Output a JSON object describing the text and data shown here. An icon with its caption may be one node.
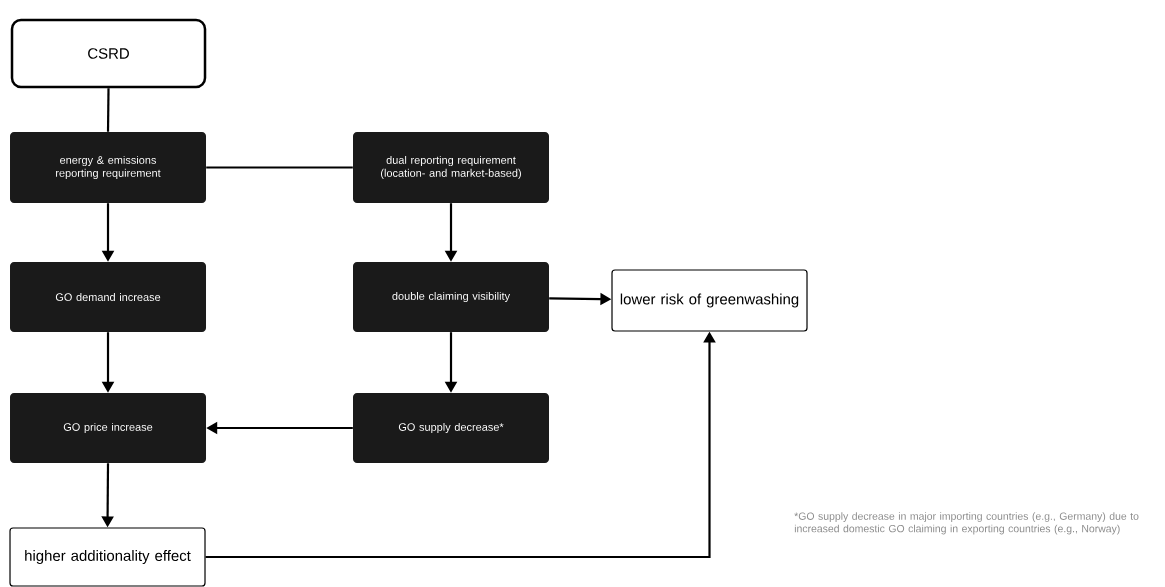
{
  "diagram": {
    "nodes": [
      {
        "text": [
          "CSRD"
        ]
      },
      {
        "text": [
          "energy & emissions reporting requirement"
        ]
      },
      {
        "text": [
          "dual reporting requirement (location- and market-based)"
        ]
      },
      {
        "text": [
          "GO demand increase"
        ]
      },
      {
        "text": [
          "double claiming visibility"
        ]
      },
      {
        "text": [
          "lower risk of greenwashing"
        ]
      },
      {
        "text": [
          "GO price increase"
        ]
      },
      {
        "text": [
          "GO supply decrease*"
        ]
      },
      {
        "text": [
          "higher additionality effect"
        ]
      }
    ],
    "edges": [
      {
        "from": 0,
        "to": 1,
        "arrow": "none"
      },
      {
        "from": 1,
        "to": 2,
        "arrow": "none"
      },
      {
        "from": 1,
        "to": 3,
        "arrow": "to"
      },
      {
        "from": 2,
        "to": 4,
        "arrow": "to"
      },
      {
        "from": 4,
        "to": 5,
        "arrow": "to"
      },
      {
        "from": 3,
        "to": 6,
        "arrow": "to"
      },
      {
        "from": 4,
        "to": 7,
        "arrow": "to"
      },
      {
        "from": 7,
        "to": 6,
        "arrow": "to"
      },
      {
        "from": 6,
        "to": 8,
        "arrow": "to"
      },
      {
        "from": 8,
        "to": 5,
        "arrow": "to"
      }
    ],
    "labels": [
      "*GO supply decrease in major importing countries (e.g., Germany) due to increased domestic GO claiming in exporting countries (e.g., Norway)"
    ]
  }
}
